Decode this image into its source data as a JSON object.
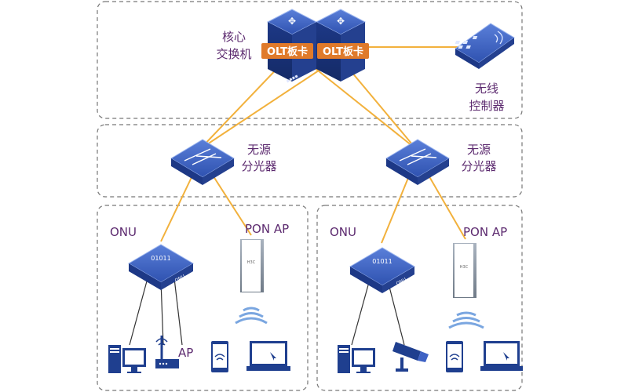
{
  "core": {
    "label_line1": "核心",
    "label_line2": "交换机",
    "olt_card_1": "OLT板卡",
    "olt_card_2": "OLT板卡"
  },
  "wireless_controller": {
    "label_line1": "无线",
    "label_line2": "控制器",
    "icon": "controller-keypad-icon"
  },
  "splitters": [
    {
      "label_line1": "无源",
      "label_line2": "分光器"
    },
    {
      "label_line1": "无源",
      "label_line2": "分光器"
    }
  ],
  "branches": [
    {
      "onu_label": "ONU",
      "onu_device_text": "ONU",
      "onu_display": "01011",
      "ponap_label": "PON AP",
      "ap_brand": "H3C",
      "ap_label": "AP",
      "endpoints": [
        "desktop-pc",
        "wireless-router",
        "smartphone",
        "laptop"
      ]
    },
    {
      "onu_label": "ONU",
      "onu_device_text": "ONU",
      "onu_display": "01011",
      "ponap_label": "PON AP",
      "ap_brand": "H3C",
      "endpoints": [
        "desktop-pc",
        "surveillance-camera",
        "smartphone",
        "laptop"
      ]
    }
  ],
  "colors": {
    "fiber": "#f2b13c",
    "device_blue": "#1f3f8f",
    "device_top": "#3e62c4",
    "olt_orange": "#e07a2a",
    "label_purple": "#5c2a6f",
    "dash_border": "#777777",
    "wifi_blue": "#7aa6e0"
  }
}
